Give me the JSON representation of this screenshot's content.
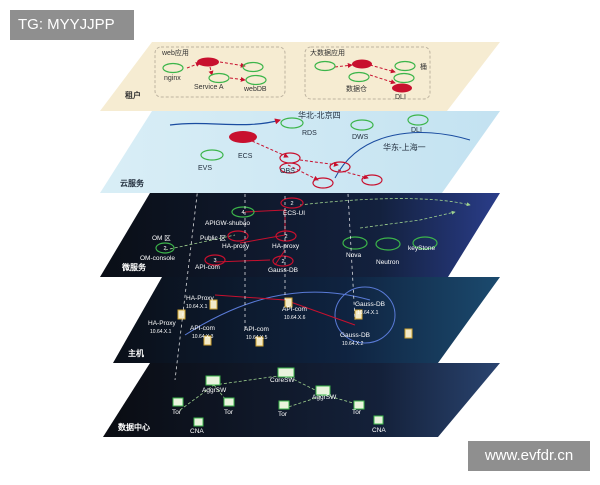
{
  "watermark_top": "TG: MYYJJPP",
  "watermark_bottom": "www.evfdr.cn",
  "layers": {
    "tenant": {
      "label": "租户",
      "group_web": "web应用",
      "group_bigdata": "大数据应用",
      "nginx": "nginx",
      "service_a": "Service A",
      "webdb": "webDB",
      "bucket": "桶",
      "warehouse": "数据仓",
      "dli": "DLI"
    },
    "cloud": {
      "label": "云服务",
      "region_north": "华北-北京四",
      "region_east": "华东-上海一",
      "rds": "RDS",
      "dws": "DWS",
      "dli": "DLI",
      "evs": "EVS",
      "ecs": "ECS",
      "obs": "OBS"
    },
    "micro": {
      "label": "微服务",
      "apigw": "APIGW-shubao",
      "ecs_ui": "ECS-UI",
      "om_zone": "OM 区",
      "public_zone": "Public 区",
      "ha_proxy_a": "HA-proxy",
      "ha_proxy_b": "HA-proxy",
      "om_console": "OM-console",
      "nova": "Nova",
      "neutron": "Neutron",
      "keystone": "keyStone",
      "api_com": "API-com",
      "gauss_db": "Gauss-DB",
      "num_4": "4",
      "num_2a": "2",
      "num_2b": "2",
      "num_2c": "2",
      "num_2d": "2",
      "num_3": "3"
    },
    "host": {
      "label": "主机",
      "ha_proxy_1": "HA-Proxy",
      "ha_proxy_1_ip": "10.64.X.1",
      "ha_proxy_2": "HA-Proxy",
      "ha_proxy_2_ip": "10.64.X.1",
      "api_com_1": "API-com",
      "api_com_1_ip": "10.64.X.3",
      "api_com_2": "API-com",
      "api_com_2_ip": "10.64.X.5",
      "api_com_3": "API-com",
      "api_com_3_ip": "10.64.X.6",
      "gauss_db_1": "Gauss-DB",
      "gauss_db_1_ip": "10.64.X.1",
      "gauss_db_2": "Gauss-DB",
      "gauss_db_2_ip": "10.64.X.2"
    },
    "dc": {
      "label": "数据中心",
      "aggr_sw_1": "AggrSW",
      "aggr_sw_2": "AggrSW",
      "core_sw": "CoreSW",
      "tor_1": "Tor",
      "tor_2": "Tor",
      "tor_3": "Tor",
      "tor_4": "Tor",
      "cna_1": "CNA",
      "cna_2": "CNA"
    }
  },
  "colors": {
    "tenant_fill": "#f6ecd2",
    "cloud_fill": "#cfe8f4",
    "dark_fill": "#0c1322",
    "host_fill": "#0b1a30",
    "green": "#3cb54a",
    "red": "#c8102e",
    "white": "#ffffff"
  }
}
